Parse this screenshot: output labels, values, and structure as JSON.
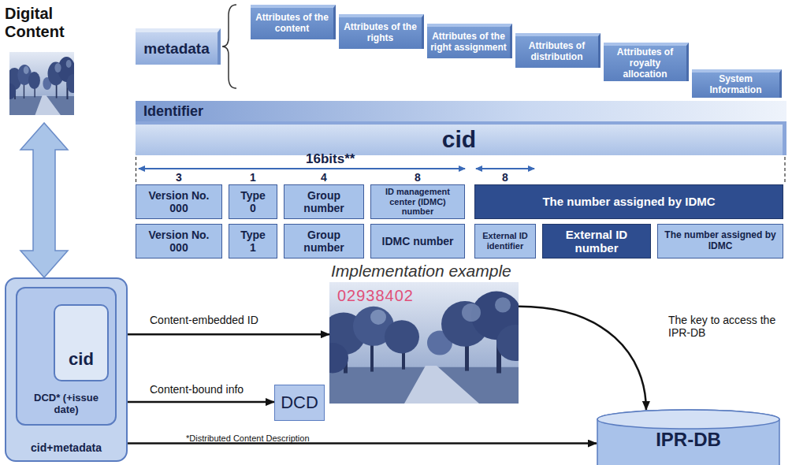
{
  "diagram": {
    "nodes": [
      {
        "text": [
          "Digital Content"
        ]
      },
      {
        "text": [
          "metadata"
        ]
      },
      {
        "text": [
          "Attributes of the content"
        ]
      },
      {
        "text": [
          "Attributes of the rights"
        ]
      },
      {
        "text": [
          "Attributes of the right assignment"
        ]
      },
      {
        "text": [
          "Attributes of distribution"
        ]
      },
      {
        "text": [
          "Attributes of royalty allocation"
        ]
      },
      {
        "text": [
          "System Information"
        ]
      },
      {
        "text": [
          "Identifier"
        ]
      },
      {
        "text": [
          "cid"
        ]
      },
      {
        "text": [
          "Version No.",
          "000"
        ]
      },
      {
        "text": [
          "Type",
          "0"
        ]
      },
      {
        "text": [
          "Group number"
        ]
      },
      {
        "text": [
          "ID management center (IDMC) number"
        ]
      },
      {
        "text": [
          "The number assigned by IDMC"
        ]
      },
      {
        "text": [
          "Version No.",
          "000"
        ]
      },
      {
        "text": [
          "Type",
          "1"
        ]
      },
      {
        "text": [
          "Group number"
        ]
      },
      {
        "text": [
          "IDMC number"
        ]
      },
      {
        "text": [
          "External ID identifier"
        ]
      },
      {
        "text": [
          "External ID number"
        ]
      },
      {
        "text": [
          "The number assigned by IDMC"
        ]
      },
      {
        "text": [
          "cid+metadata"
        ]
      },
      {
        "text": [
          "DCD* (+issue date)"
        ],
        "in": 22
      },
      {
        "text": [
          "cid"
        ],
        "in": 23
      },
      {
        "text": [
          "02938402"
        ]
      },
      {
        "text": [
          "DCD"
        ]
      },
      {
        "text": [
          "IPR-DB"
        ]
      }
    ],
    "edges": [
      {
        "from": 0,
        "to": 22,
        "arrow": "both"
      },
      {
        "from": 24,
        "to": 25,
        "label": "Content-embedded ID",
        "arrow": "to"
      },
      {
        "from": 23,
        "to": 26,
        "label": "Content-bound info",
        "arrow": "to"
      },
      {
        "from": 25,
        "to": 27,
        "label": "The key to access the IPR-DB",
        "arrow": "to"
      },
      {
        "from": 22,
        "to": 27,
        "arrow": "to"
      }
    ],
    "labels": [
      "16bits**",
      "3",
      "1",
      "4",
      "8",
      "8",
      "Implementation example",
      "*Distributed Content Description"
    ]
  }
}
